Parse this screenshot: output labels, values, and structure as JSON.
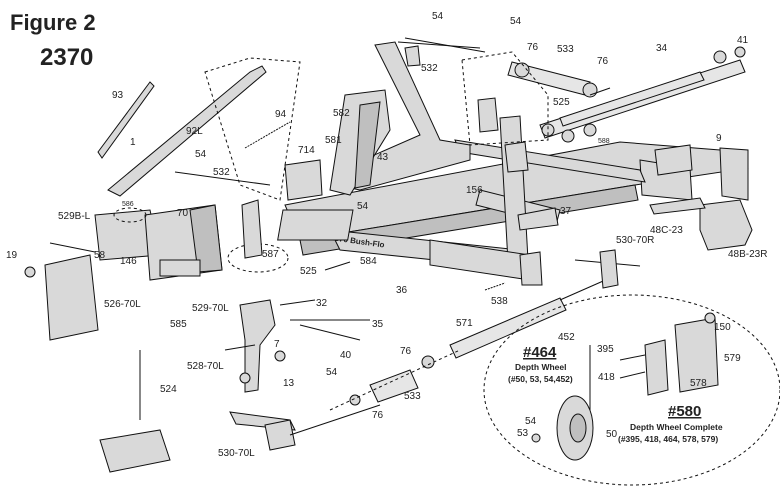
{
  "figure": {
    "title": "Figure 2",
    "model": "2370"
  },
  "labels": {
    "l93": "93",
    "l1": "1",
    "l92l": "92L",
    "l94": "94",
    "l54a": "54",
    "l532a": "532",
    "l54b": "54",
    "l532b": "532",
    "l714": "714",
    "l582": "582",
    "l581": "581",
    "l43": "43",
    "l54c": "54",
    "l54d": "54",
    "l76a": "76",
    "l533a": "533",
    "l76b": "76",
    "l34": "34",
    "l41": "41",
    "l525a": "525",
    "l588": "588",
    "l9": "9",
    "l156": "156",
    "l37": "37",
    "l48c23": "48C-23",
    "l48b23r": "48B-23R",
    "l530_70r": "530-70R",
    "l584": "584",
    "l525b": "525",
    "l36": "36",
    "l538": "538",
    "l529bl": "529B-L",
    "l586": "586",
    "l70": "70",
    "l587": "587",
    "l58": "58",
    "l146": "146",
    "l19": "19",
    "l526_70l": "526-70L",
    "l585": "585",
    "l529_70l": "529-70L",
    "l32": "32",
    "l35": "35",
    "l40": "40",
    "l571": "571",
    "l528_70l": "528-70L",
    "l7": "7",
    "l13": "13",
    "l54e": "54",
    "l76c": "76",
    "l533b": "533",
    "l76d": "76",
    "l524": "524",
    "l530_70l": "530-70L",
    "l452": "452",
    "l395": "395",
    "l418": "418",
    "l150": "150",
    "l579": "579",
    "l578": "578",
    "l54f": "54",
    "l53": "53",
    "l50": "50",
    "frame_decal": "2370 Bush-Flo"
  },
  "callouts": {
    "c464_num": "#464",
    "c464_title": "Depth Wheel",
    "c464_parts": "(#50, 53, 54,452)",
    "c580_num": "#580",
    "c580_title": "Depth Wheel Complete",
    "c580_parts": "(#395, 418, 464, 578, 579)"
  }
}
